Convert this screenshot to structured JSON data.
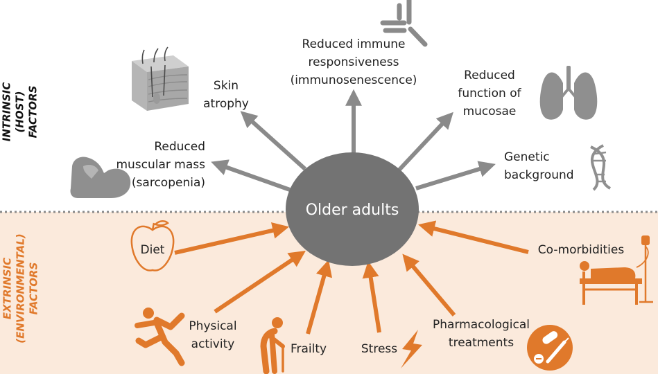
{
  "colors": {
    "intrinsic_arrow": "#8a8a8a",
    "extrinsic_arrow": "#e0792b",
    "center_fill": "#737373",
    "extrinsic_band": "#fbeadc",
    "divider": "#8a8a8a",
    "icon_gray": "#8f8f8f",
    "icon_orange": "#e0792b"
  },
  "side_labels": {
    "intrinsic": [
      "INTRINSIC",
      "(HOST)",
      "FACTORS"
    ],
    "extrinsic": [
      "EXTRINSIC",
      "(ENVIRONMENTAL)",
      "FACTORS"
    ]
  },
  "center": {
    "label": "Older adults"
  },
  "intrinsic_factors": {
    "skin": {
      "lines": [
        "Skin",
        "atrophy"
      ],
      "icon": "skin-layers-icon"
    },
    "immune": {
      "lines": [
        "Reduced immune",
        "responsiveness",
        "(immunosenescence)"
      ],
      "icon": "antibody-icon"
    },
    "mucosae": {
      "lines": [
        "Reduced",
        "function of",
        "mucosae"
      ],
      "icon": "lungs-icon"
    },
    "muscle": {
      "lines": [
        "Reduced",
        "muscular mass",
        "(sarcopenia)"
      ],
      "icon": "flexed-arm-icon"
    },
    "genetic": {
      "lines": [
        "Genetic",
        "background"
      ],
      "icon": "dna-icon"
    }
  },
  "extrinsic_factors": {
    "diet": {
      "lines": [
        "Diet"
      ],
      "icon": "apple-icon"
    },
    "physical": {
      "lines": [
        "Physical",
        "activity"
      ],
      "icon": "running-person-icon"
    },
    "frailty": {
      "lines": [
        "Frailty"
      ],
      "icon": "elderly-cane-icon"
    },
    "stress": {
      "lines": [
        "Stress"
      ],
      "icon": "lightning-icon"
    },
    "pharma": {
      "lines": [
        "Pharmacological",
        "treatments"
      ],
      "icon": "pills-syringe-icon"
    },
    "comorbid": {
      "lines": [
        "Co-morbidities"
      ],
      "icon": "hospital-bed-icon"
    }
  }
}
